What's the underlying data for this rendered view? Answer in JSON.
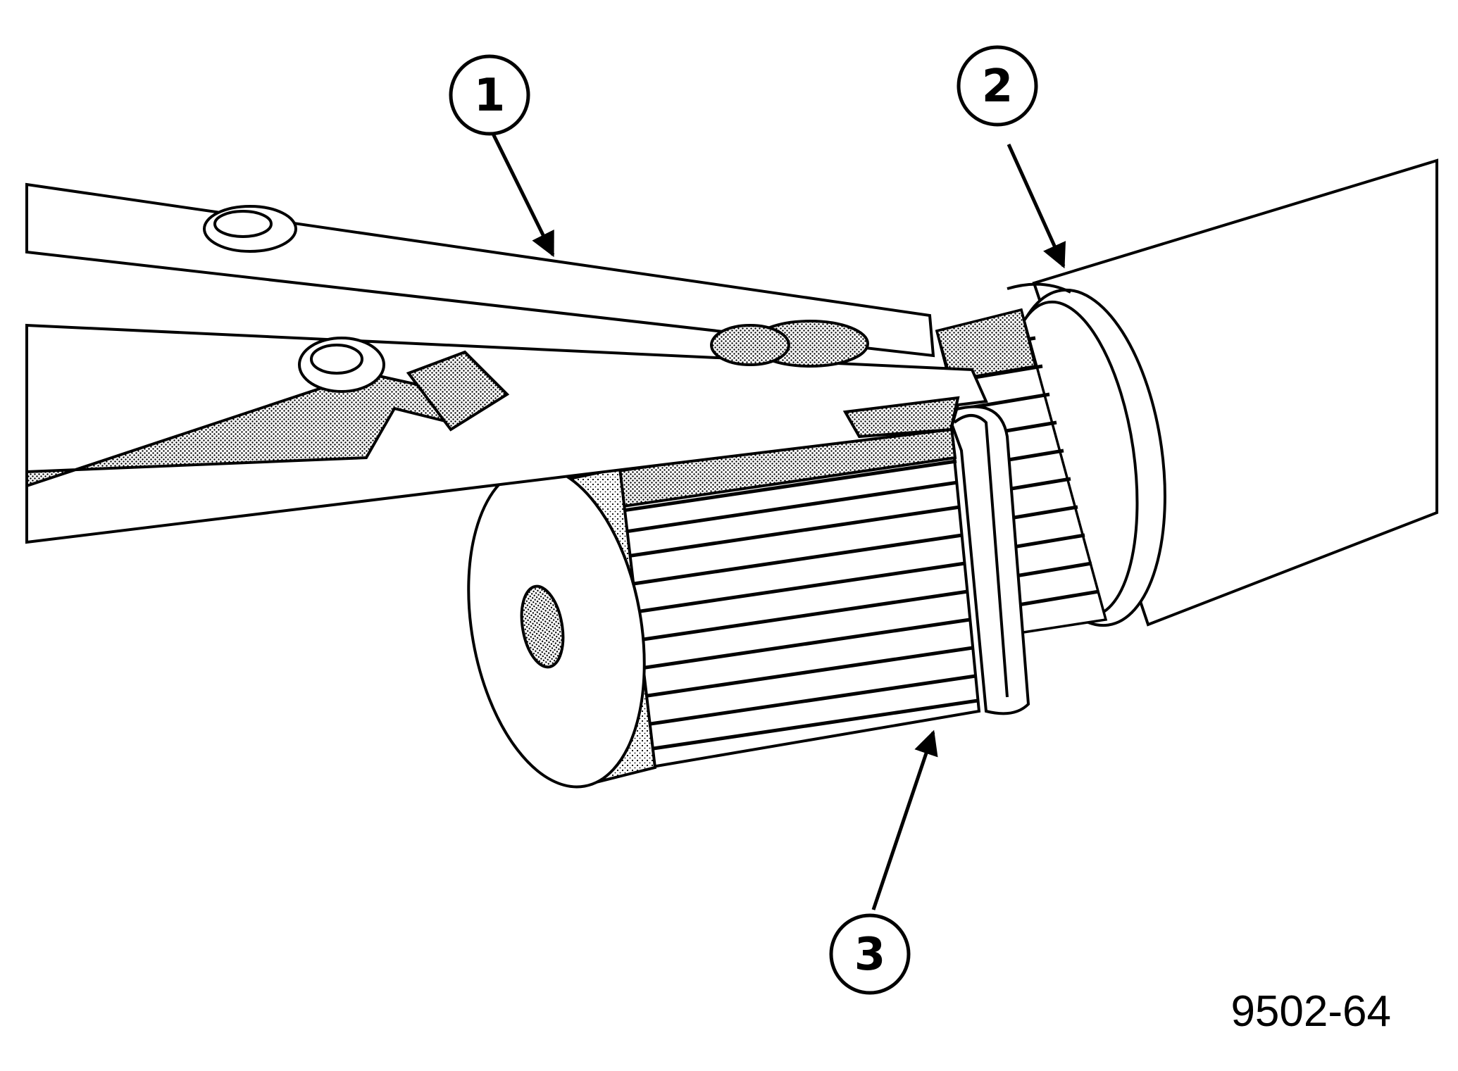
{
  "figure": {
    "callouts": [
      {
        "label": "1"
      },
      {
        "label": "2"
      },
      {
        "label": "3"
      }
    ],
    "figure_id": "9502-64",
    "colors": {
      "ink": "#000000",
      "paper": "#ffffff",
      "stipple": "#9a9a9a"
    }
  }
}
